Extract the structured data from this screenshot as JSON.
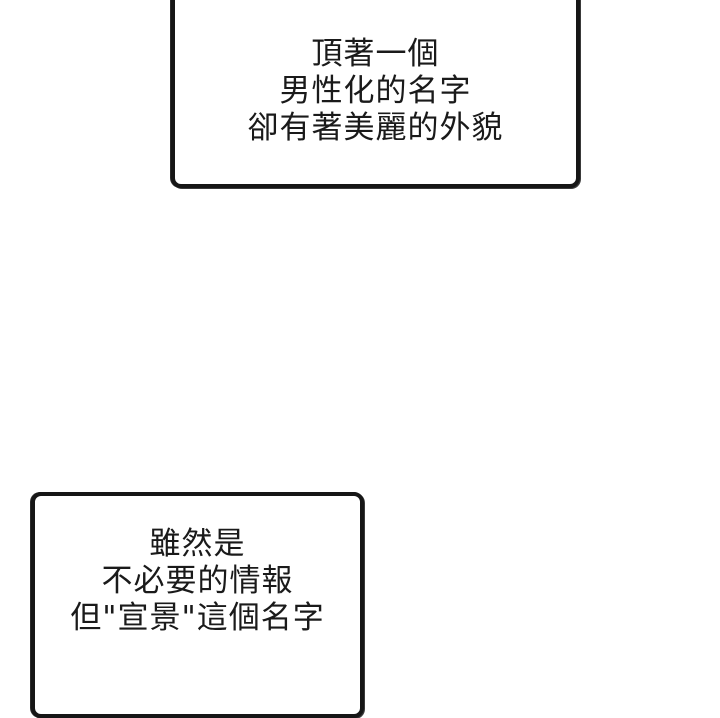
{
  "captions": [
    {
      "lines": [
        "頂著一個",
        "男性化的名字",
        "卻有著美麗的外貌"
      ]
    },
    {
      "lines": [
        "雖然是",
        "不必要的情報",
        "但\"宣景\"這個名字"
      ]
    }
  ],
  "colors": {
    "background": "#ffffff",
    "border": "#161616",
    "text": "#1a1a1a"
  }
}
